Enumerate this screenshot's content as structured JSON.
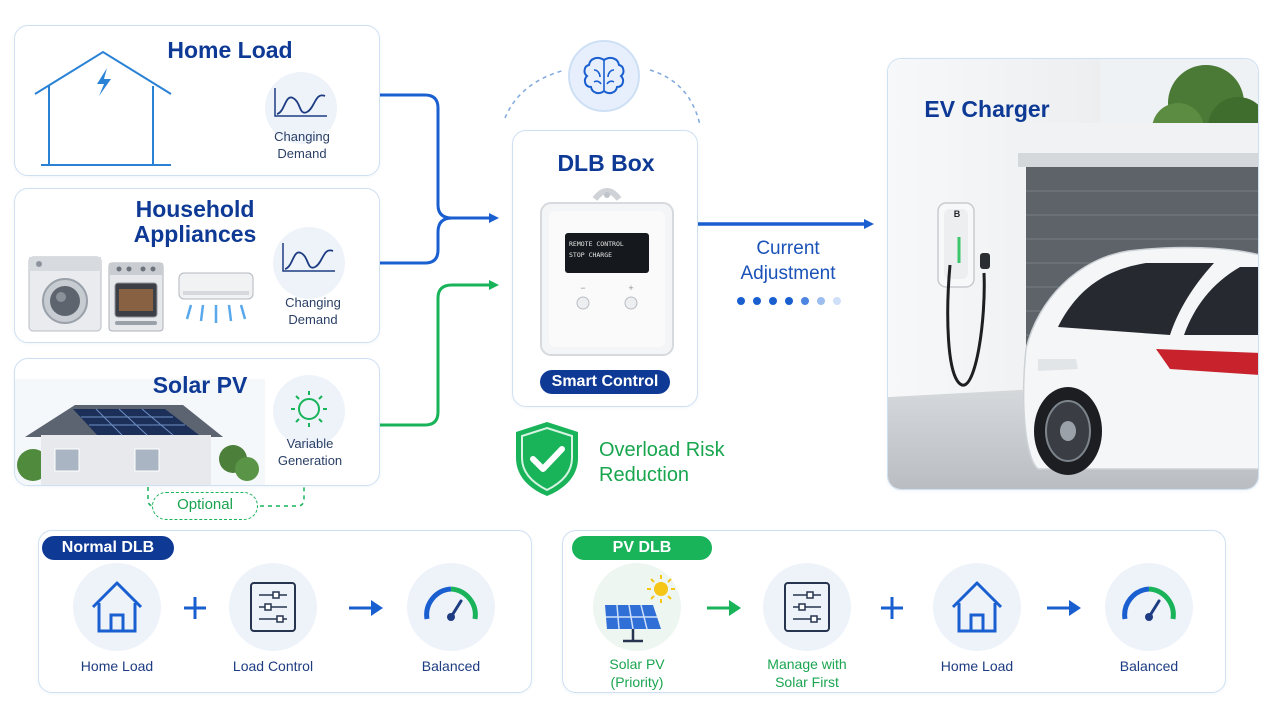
{
  "inputs": {
    "home_load": {
      "title": "Home Load",
      "mini_label_1": "Changing",
      "mini_label_2": "Demand"
    },
    "appliances": {
      "title_1": "Household",
      "title_2": "Appliances",
      "mini_label_1": "Changing",
      "mini_label_2": "Demand"
    },
    "solar": {
      "title": "Solar PV",
      "mini_label_1": "Variable",
      "mini_label_2": "Generation",
      "optional": "Optional"
    }
  },
  "dlb_box": {
    "title": "DLB Box",
    "screen_line_1": "REMOTE CONTROL",
    "screen_line_2": "STOP CHARGE",
    "badge": "Smart Control",
    "overload_1": "Overload Risk",
    "overload_2": "Reduction"
  },
  "current": {
    "line_1": "Current",
    "line_2": "Adjustment"
  },
  "ev": {
    "title": "EV Charger",
    "charger_logo": "B"
  },
  "normal_dlb": {
    "label": "Normal DLB",
    "items": [
      "Home Load",
      "Load Control",
      "Balanced"
    ]
  },
  "pv_dlb": {
    "label": "PV DLB",
    "solar_1": "Solar PV",
    "solar_2": "(Priority)",
    "manage_1": "Manage with",
    "manage_2": "Solar First",
    "home": "Home Load",
    "balanced": "Balanced"
  },
  "colors": {
    "navy": "#0e3a96",
    "blue": "#1a5fd0",
    "green": "#19b35a",
    "card_border": "#cfe0f3"
  }
}
